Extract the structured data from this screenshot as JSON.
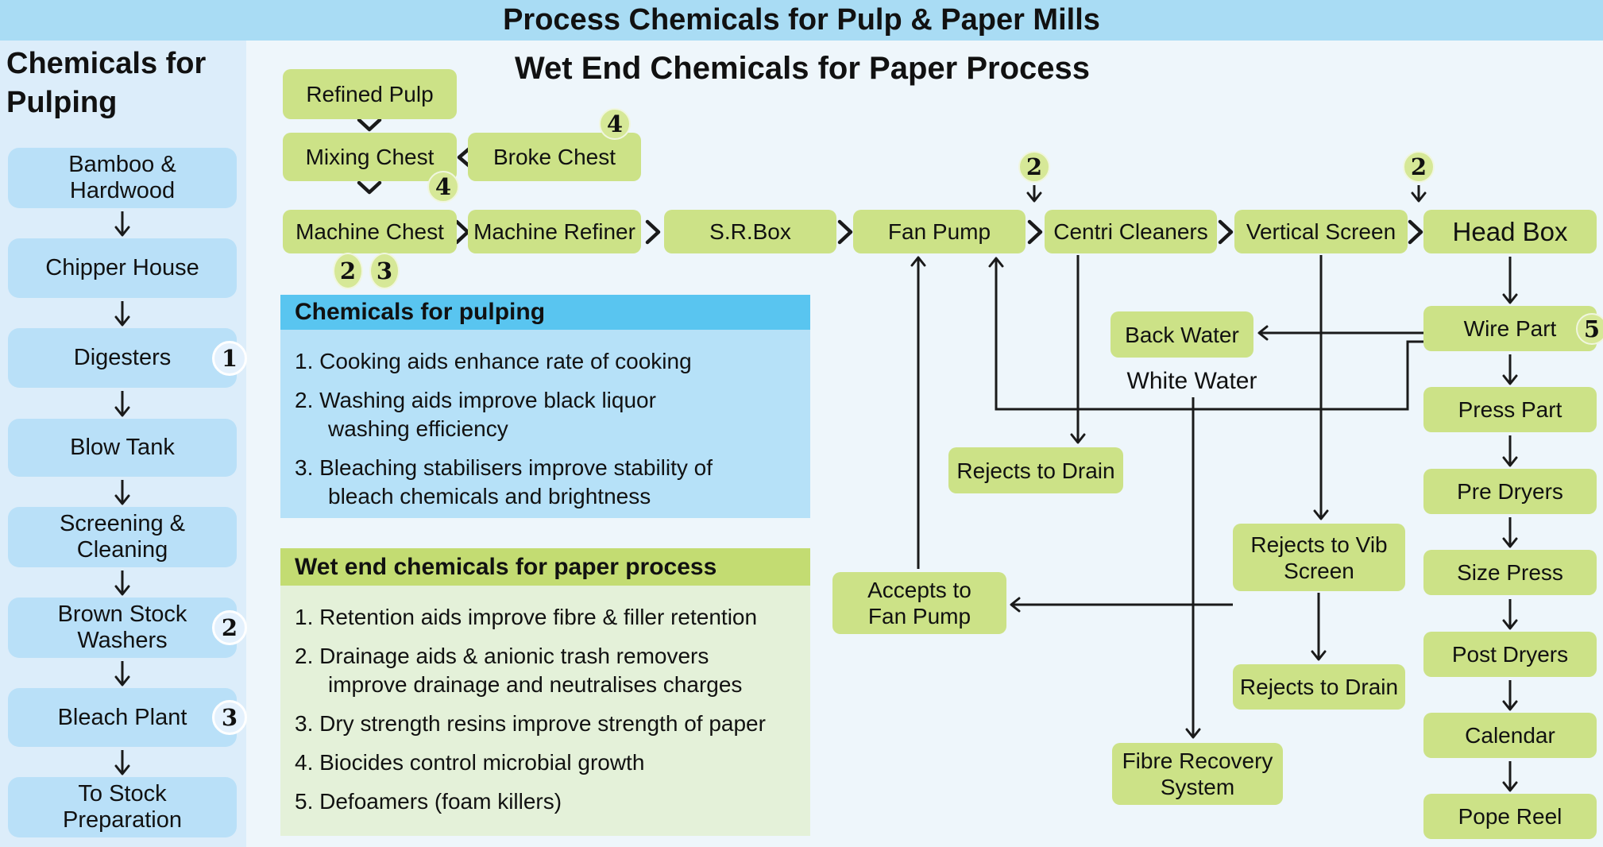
{
  "title": "Process Chemicals for Pulp & Paper Mills",
  "colors": {
    "title_bar": "#a9dcf4",
    "left_strip": "#dcedfa",
    "blue_box": "#b9e0f8",
    "green_box": "#cce287",
    "info_blue_header": "#59c5f0",
    "info_blue_body": "#b6e1f8",
    "info_green_header": "#c3dc72",
    "info_green_body": "#e4f1d9",
    "line": "#1a1a1a"
  },
  "left_panel": {
    "heading": "Chemicals for\nPulping",
    "boxes": [
      {
        "label": "Bamboo &\nHardwood"
      },
      {
        "label": "Chipper House"
      },
      {
        "label": "Digesters",
        "badge": "1"
      },
      {
        "label": "Blow Tank"
      },
      {
        "label": "Screening &\nCleaning"
      },
      {
        "label": "Brown Stock\nWashers",
        "badge": "2"
      },
      {
        "label": "Bleach Plant",
        "badge": "3"
      },
      {
        "label": "To Stock\nPreparation"
      }
    ]
  },
  "wet_end": {
    "heading": "Wet End Chemicals for Paper Process",
    "top_flow": {
      "refined_pulp": "Refined Pulp",
      "mixing_chest": "Mixing Chest",
      "broke_chest": "Broke Chest",
      "broke_chest_badge": "4",
      "mixing_out_badge": "4"
    },
    "machine_row": {
      "machine_chest": "Machine Chest",
      "machine_chest_badges": [
        "2",
        "3"
      ],
      "machine_refiner": "Machine Refiner",
      "sr_box": "S.R.Box",
      "fan_pump": "Fan Pump",
      "centri_cleaners": "Centri Cleaners",
      "vertical_screen": "Vertical Screen",
      "head_box": "Head Box",
      "dose_badge_1": "2",
      "dose_badge_2": "2"
    },
    "paper_machine": {
      "wire_part": "Wire Part",
      "wire_part_badge": "5",
      "press_part": "Press Part",
      "pre_dryers": "Pre Dryers",
      "size_press": "Size Press",
      "post_dryers": "Post Dryers",
      "calendar": "Calendar",
      "pope_reel": "Pope Reel"
    },
    "water_loop": {
      "back_water": "Back Water",
      "white_water": "White Water",
      "rejects_to_drain_1": "Rejects to Drain",
      "accepts_to_fan_pump": "Accepts to\nFan Pump",
      "rejects_to_vib_screen": "Rejects to Vib\nScreen",
      "rejects_to_drain_2": "Rejects to Drain",
      "fibre_recovery": "Fibre Recovery\nSystem"
    }
  },
  "info_boxes": {
    "pulping": {
      "header": "Chemicals for pulping",
      "items": [
        "1. Cooking aids enhance rate of cooking",
        "2. Washing aids improve black liquor\nwashing efficiency",
        "3. Bleaching stabilisers improve stability of\nbleach chemicals and brightness"
      ]
    },
    "wet_end": {
      "header": "Wet end chemicals for paper process",
      "items": [
        "1. Retention aids improve fibre & filler retention",
        "2. Drainage aids & anionic trash removers\nimprove drainage and neutralises charges",
        "3. Dry strength resins improve strength of paper",
        "4. Biocides control microbial growth",
        "5. Defoamers (foam killers)"
      ]
    }
  }
}
